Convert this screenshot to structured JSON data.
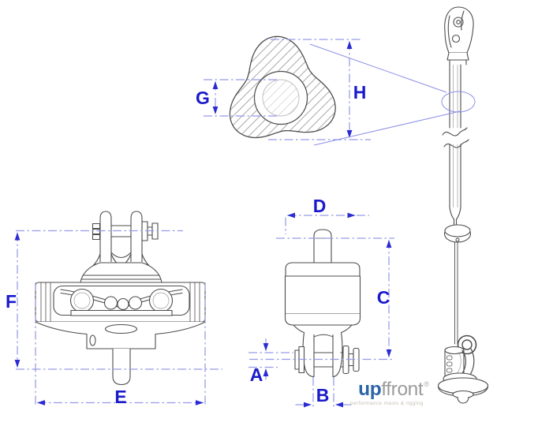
{
  "dimensions": {
    "a": "A",
    "b": "B",
    "c": "C",
    "d": "D",
    "e": "E",
    "f": "F",
    "g": "G",
    "h": "H"
  },
  "logo": {
    "brand_blue_part": "up",
    "brand_gray_part": "ffront",
    "registered_mark": "®",
    "tagline": "performance masts & rigging"
  },
  "colors": {
    "background": "#ffffff",
    "dimension_line": "#979ae8",
    "dimension_label": "#1a1acc",
    "arrowhead": "#2b2bd4",
    "drawing_outline": "#4d4d4d",
    "hatch": "#a8a8a8",
    "logo_blue": "#2b64a9",
    "logo_gray": "#9b9b9b",
    "tagline_gray": "#c6bfb4"
  }
}
